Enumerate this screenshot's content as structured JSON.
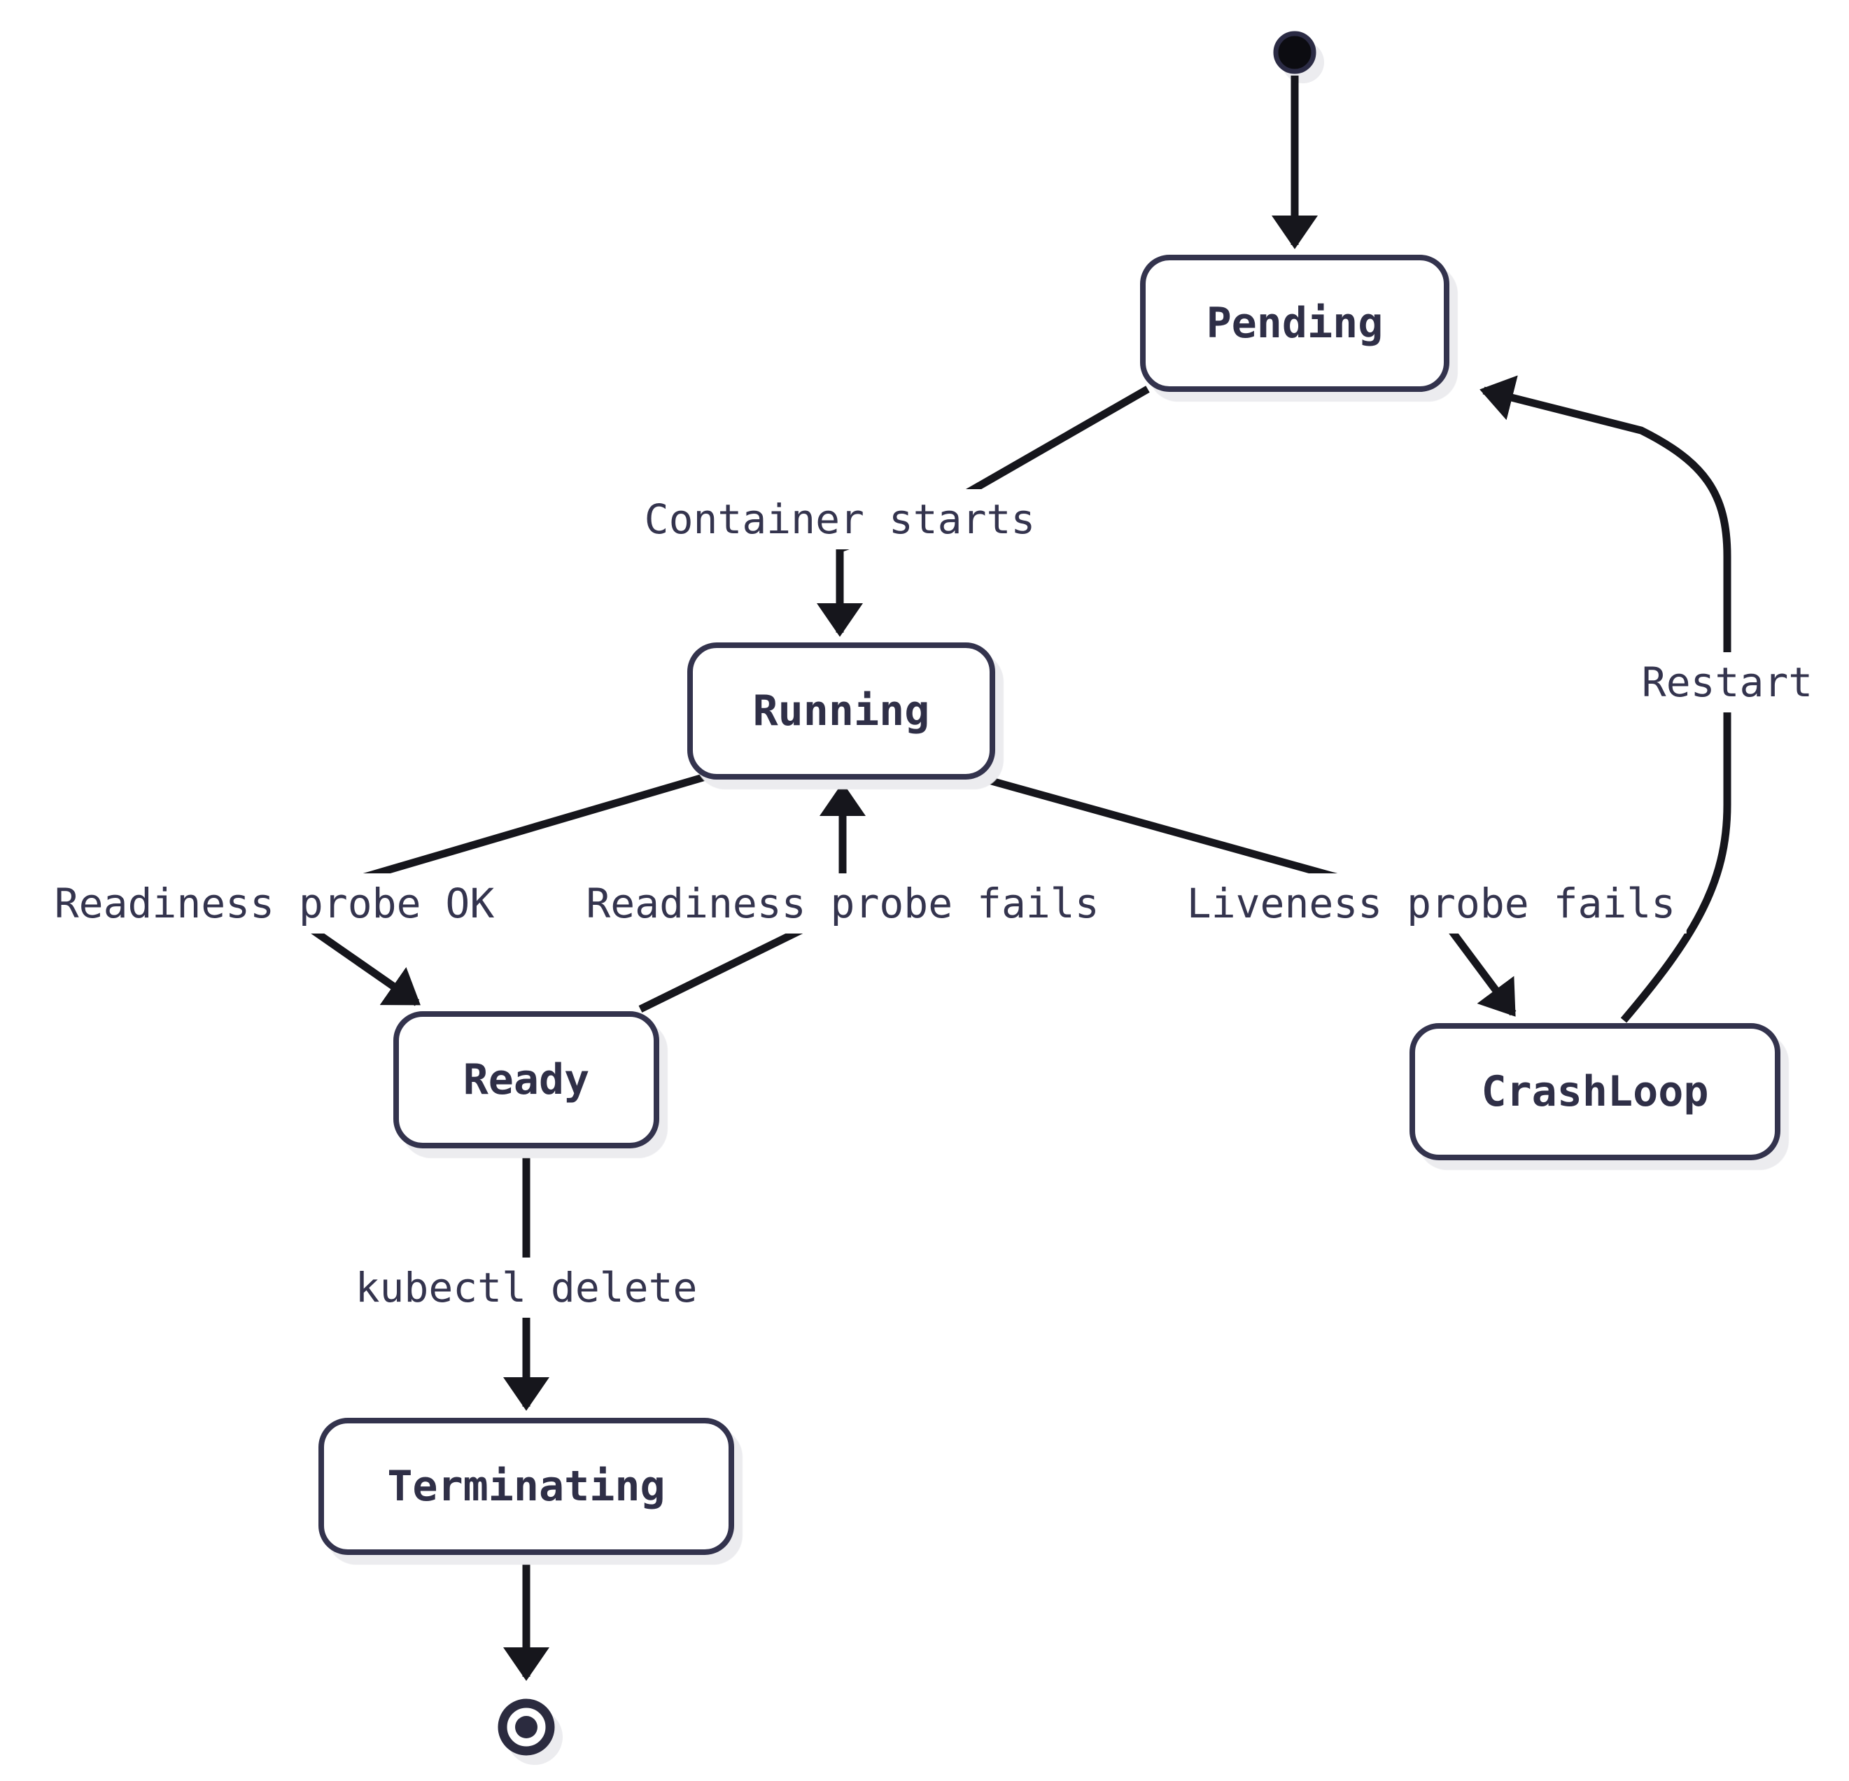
{
  "diagram": {
    "type": "state-diagram",
    "states": {
      "pending": "Pending",
      "running": "Running",
      "ready": "Ready",
      "crashloop": "CrashLoop",
      "terminating": "Terminating"
    },
    "transitions": [
      {
        "from": "initial",
        "to": "Pending",
        "label": ""
      },
      {
        "from": "Pending",
        "to": "Running",
        "label": "Container starts"
      },
      {
        "from": "Running",
        "to": "Ready",
        "label": "Readiness probe OK"
      },
      {
        "from": "Ready",
        "to": "Running",
        "label": "Readiness probe fails"
      },
      {
        "from": "Running",
        "to": "CrashLoop",
        "label": "Liveness probe fails"
      },
      {
        "from": "CrashLoop",
        "to": "Pending",
        "label": "Restart"
      },
      {
        "from": "Ready",
        "to": "Terminating",
        "label": "kubectl delete"
      },
      {
        "from": "Terminating",
        "to": "final",
        "label": ""
      }
    ],
    "markers": {
      "initial_state": "filled-dot",
      "final_state": "double-circle"
    },
    "colors": {
      "background": "#ffffff",
      "edge": "#16161c",
      "node_border": "#33334d",
      "node_text": "#2f2f47",
      "edge_label_text": "#34344e",
      "shadow": "#ececef",
      "initial_dot_fill": "#0c0c11"
    }
  }
}
